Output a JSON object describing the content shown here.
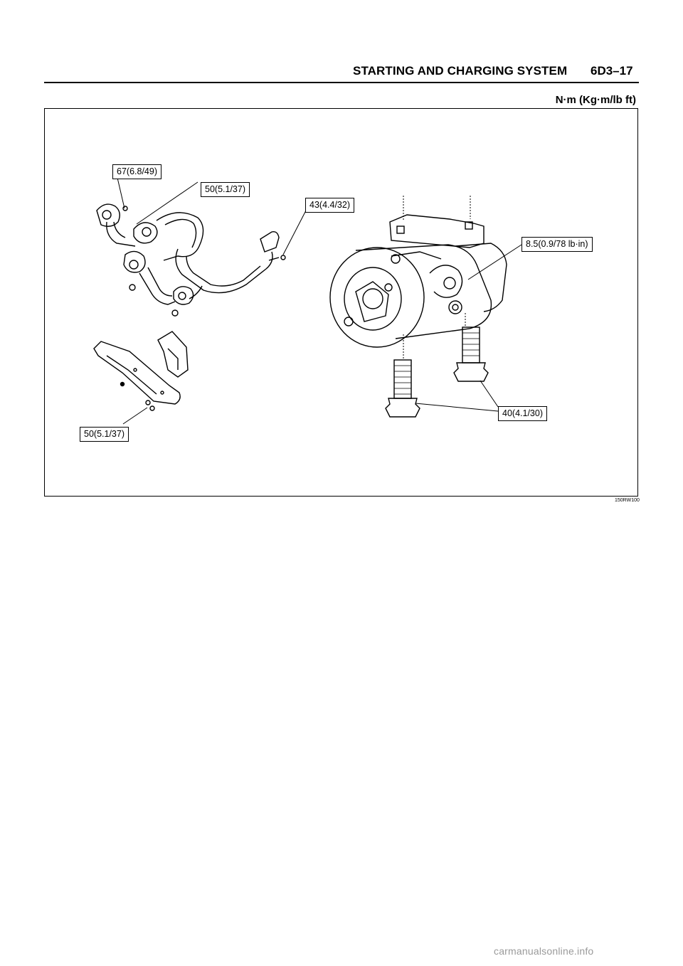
{
  "header": {
    "section_title": "STARTING AND CHARGING SYSTEM",
    "page_number": "6D3–17"
  },
  "units_label": "N·m (Kg·m/lb ft)",
  "figure": {
    "callouts": {
      "exhaust_flange_nut": "67(6.8/49)",
      "exhaust_pipe_bolt": "50(5.1/37)",
      "pipe_bracket_bolt": "43(4.4/32)",
      "starter_terminal_nut": "8.5(0.9/78 lb·in)",
      "starter_mount_bolt": "40(4.1/30)",
      "crossmember_bolt": "50(5.1/37)"
    },
    "figure_id": "150RW100"
  },
  "watermark": "carmanualsonline.info"
}
